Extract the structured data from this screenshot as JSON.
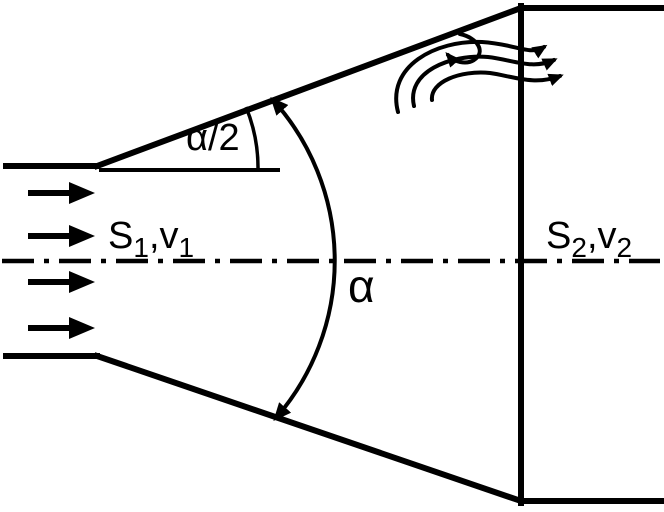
{
  "figure": {
    "background": "#ffffff",
    "line_color": "#000000",
    "labels": {
      "inlet": {
        "symbol": "S",
        "symbol_sub": "1",
        "comma_v": ",v",
        "v_sub": "1"
      },
      "outlet": {
        "symbol": "S",
        "symbol_sub": "2",
        "comma_v": ",v",
        "v_sub": "2"
      },
      "half_angle": "α/2",
      "full_angle": "α"
    }
  }
}
